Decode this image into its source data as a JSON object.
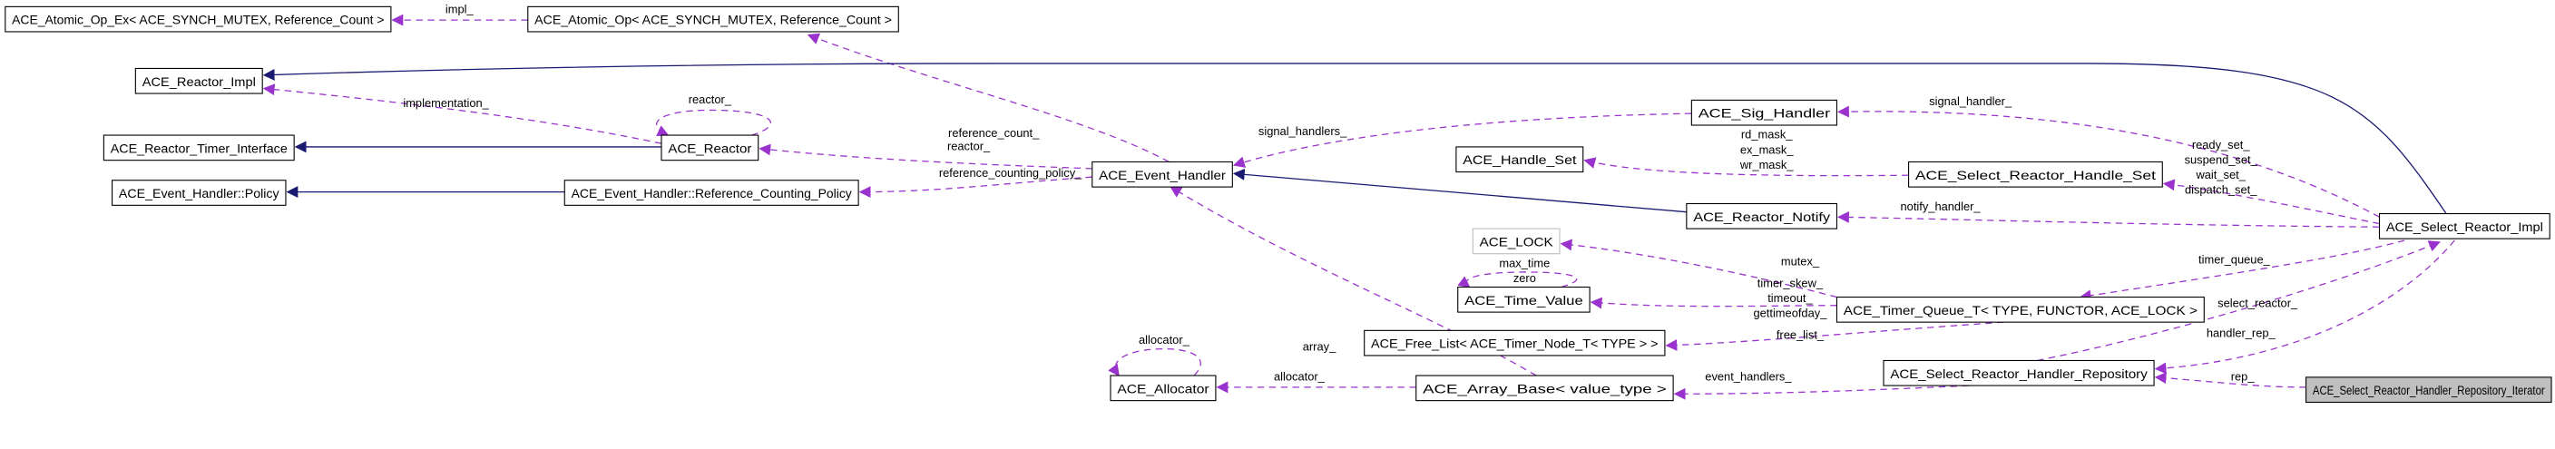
{
  "diagram": {
    "colors": {
      "inheritance": "#191970",
      "usage": "#9a32cd",
      "current_node_fill": "#bfbfbf"
    },
    "nodes": [
      {
        "id": "atomic_op_ex",
        "label": "ACE_Atomic_Op_Ex< ACE_SYNCH_MUTEX, Reference_Count >"
      },
      {
        "id": "atomic_op",
        "label": "ACE_Atomic_Op< ACE_SYNCH_MUTEX, Reference_Count >"
      },
      {
        "id": "reactor_impl",
        "label": "ACE_Reactor_Impl"
      },
      {
        "id": "reactor_timer_interface",
        "label": "ACE_Reactor_Timer_Interface"
      },
      {
        "id": "policy",
        "label": "ACE_Event_Handler::Policy"
      },
      {
        "id": "reactor",
        "label": "ACE_Reactor"
      },
      {
        "id": "ref_counting_policy",
        "label": "ACE_Event_Handler::Reference_Counting_Policy"
      },
      {
        "id": "event_handler",
        "label": "ACE_Event_Handler"
      },
      {
        "id": "sig_handler",
        "label": "ACE_Sig_Handler"
      },
      {
        "id": "handle_set",
        "label": "ACE_Handle_Set"
      },
      {
        "id": "sr_handle_set",
        "label": "ACE_Select_Reactor_Handle_Set"
      },
      {
        "id": "reactor_notify",
        "label": "ACE_Reactor_Notify"
      },
      {
        "id": "ace_lock",
        "label": "ACE_LOCK"
      },
      {
        "id": "timer_queue",
        "label": "ACE_Timer_Queue_T< TYPE, FUNCTOR, ACE_LOCK >"
      },
      {
        "id": "time_value",
        "label": "ACE_Time_Value"
      },
      {
        "id": "select_reactor_impl",
        "label": "ACE_Select_Reactor_Impl"
      },
      {
        "id": "free_list",
        "label": "ACE_Free_List< ACE_Timer_Node_T< TYPE > >"
      },
      {
        "id": "handler_repository",
        "label": "ACE_Select_Reactor_Handler_Repository"
      },
      {
        "id": "iterator",
        "label": "ACE_Select_Reactor_Handler_Repository_Iterator"
      },
      {
        "id": "allocator",
        "label": "ACE_Allocator"
      },
      {
        "id": "array_base",
        "label": "ACE_Array_Base< value_type >"
      }
    ],
    "edges": [
      {
        "from": "atomic_op",
        "to": "atomic_op_ex",
        "type": "usage",
        "labels": [
          "impl_"
        ]
      },
      {
        "from": "event_handler",
        "to": "atomic_op",
        "type": "usage",
        "labels": [
          "reference_count_"
        ]
      },
      {
        "from": "select_reactor_impl",
        "to": "reactor_impl",
        "type": "inheritance",
        "labels": []
      },
      {
        "from": "reactor",
        "to": "reactor_impl",
        "type": "usage",
        "labels": [
          "implementation_"
        ]
      },
      {
        "from": "reactor",
        "to": "reactor",
        "type": "usage",
        "labels": [
          "reactor_"
        ]
      },
      {
        "from": "reactor",
        "to": "reactor_timer_interface",
        "type": "inheritance",
        "labels": []
      },
      {
        "from": "event_handler",
        "to": "reactor",
        "type": "usage",
        "labels": [
          "reactor_"
        ]
      },
      {
        "from": "event_handler",
        "to": "ref_counting_policy",
        "type": "usage",
        "labels": [
          "reference_counting_policy_"
        ]
      },
      {
        "from": "ref_counting_policy",
        "to": "policy",
        "type": "inheritance",
        "labels": []
      },
      {
        "from": "sig_handler",
        "to": "event_handler",
        "type": "usage",
        "labels": [
          "signal_handlers_"
        ]
      },
      {
        "from": "select_reactor_impl",
        "to": "sig_handler",
        "type": "usage",
        "labels": [
          "signal_handler_"
        ]
      },
      {
        "from": "sr_handle_set",
        "to": "handle_set",
        "type": "usage",
        "labels": [
          "rd_mask_",
          "ex_mask_",
          "wr_mask_"
        ]
      },
      {
        "from": "select_reactor_impl",
        "to": "sr_handle_set",
        "type": "usage",
        "labels": [
          "ready_set_",
          "suspend_set_",
          "wait_set_",
          "dispatch_set_"
        ]
      },
      {
        "from": "select_reactor_impl",
        "to": "reactor_notify",
        "type": "usage",
        "labels": [
          "notify_handler_"
        ]
      },
      {
        "from": "reactor_notify",
        "to": "event_handler",
        "type": "inheritance",
        "labels": []
      },
      {
        "from": "timer_queue",
        "to": "ace_lock",
        "type": "usage",
        "labels": [
          "mutex_"
        ]
      },
      {
        "from": "timer_queue",
        "to": "time_value",
        "type": "usage",
        "labels": [
          "timer_skew_",
          "timeout_",
          "gettimeofday_"
        ]
      },
      {
        "from": "time_value",
        "to": "time_value",
        "type": "usage",
        "labels": [
          "max_time",
          "zero"
        ]
      },
      {
        "from": "timer_queue",
        "to": "free_list",
        "type": "usage",
        "labels": [
          "free_list_"
        ]
      },
      {
        "from": "select_reactor_impl",
        "to": "timer_queue",
        "type": "usage",
        "labels": [
          "timer_queue_"
        ]
      },
      {
        "from": "handler_repository",
        "to": "select_reactor_impl",
        "type": "usage",
        "labels": [
          "select_reactor_"
        ]
      },
      {
        "from": "select_reactor_impl",
        "to": "handler_repository",
        "type": "usage",
        "labels": [
          "handler_rep_"
        ]
      },
      {
        "from": "iterator",
        "to": "handler_repository",
        "type": "usage",
        "labels": [
          "rep_"
        ]
      },
      {
        "from": "array_base",
        "to": "event_handler",
        "type": "usage",
        "labels": [
          "array_"
        ]
      },
      {
        "from": "array_base",
        "to": "allocator",
        "type": "usage",
        "labels": [
          "allocator_"
        ]
      },
      {
        "from": "allocator",
        "to": "allocator",
        "type": "usage",
        "labels": [
          "allocator_"
        ]
      },
      {
        "from": "handler_repository",
        "to": "array_base",
        "type": "usage",
        "labels": [
          "event_handlers_"
        ]
      }
    ]
  }
}
